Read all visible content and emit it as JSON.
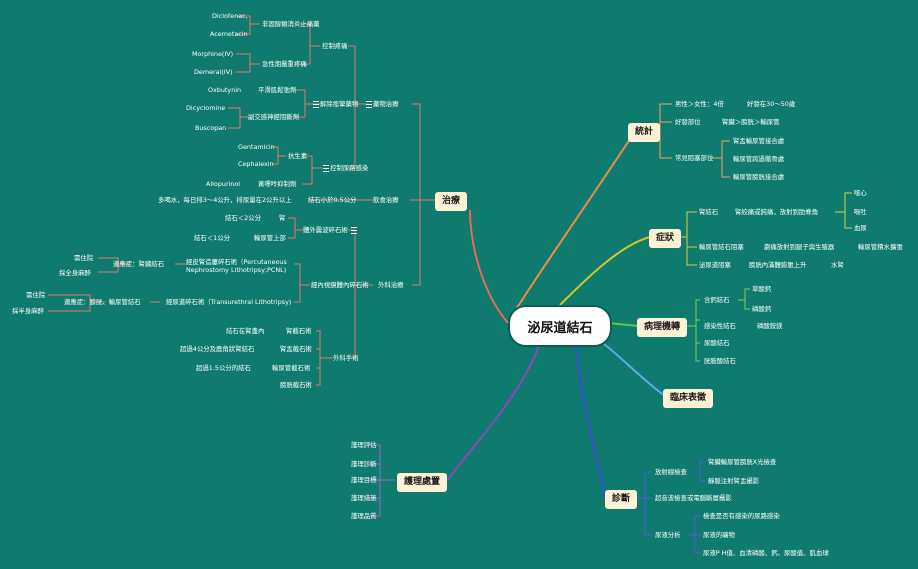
{
  "root": "泌尿道結石",
  "treatment": {
    "label": "治療",
    "drug": {
      "label": "藥物治療",
      "pain": {
        "label": "控制疼痛",
        "nsaid": {
          "label": "非固醇類消炎止痛藥",
          "items": [
            "Diclofenac,",
            "Acemetacin"
          ]
        },
        "acute": {
          "label": "急性期嚴重疼痛",
          "items": [
            "Morphine(IV)",
            "Demeral(IV)"
          ]
        }
      },
      "spasm": {
        "label": "解除痙攣藥物",
        "smooth": {
          "label": "平滑肌鬆弛劑",
          "item": "Oxbutynin"
        },
        "para": {
          "label": "副交感神經阻斷劑",
          "items": [
            "Dicyclomine",
            "Buscopan"
          ]
        }
      },
      "infection": {
        "label": "控制尿路感染",
        "antibiotic": {
          "label": "抗生素",
          "items": [
            "Gentamicin",
            "Cephalexin"
          ]
        },
        "urate": {
          "label": "黃嘌呤抑制劑",
          "item": "Allopurinol"
        }
      }
    },
    "diet": {
      "label": "飲食治療",
      "rule": "結石小於0.5公分",
      "detail": "多喝水，每日排3～4公升，排尿量在2公升以上"
    },
    "surgery": {
      "label": "外科治療",
      "eswl": {
        "label": "體外震波碎石術",
        "items": [
          {
            "cond": "結石＜2公分",
            "site": "腎"
          },
          {
            "cond": "結石＜1公分",
            "site": "輸尿管上部"
          }
        ]
      },
      "endo": {
        "label": "經內視鏡體內碎石術",
        "pcnl": {
          "label": "經皮腎造廔碎石術（Percutaneous Nephrostomy Lithotripsy;PCNL)",
          "indication": "適應症：腎臟結石",
          "items": [
            "需住院",
            "採全身麻醉"
          ]
        },
        "tul": {
          "label": "經尿道碎石術（Transurethral Lithotripsy)",
          "indication": "適應症：膀胱、輸尿管結石",
          "items": [
            "需住院",
            "採半身麻醉"
          ]
        }
      },
      "open": {
        "label": "外科手術",
        "items": [
          {
            "cond": "結石在腎盞內",
            "name": "腎截石術"
          },
          {
            "cond": "超過4公分及鹿角狀腎結石",
            "name": "腎盂截石術"
          },
          {
            "cond": "超過1.5公分的結石",
            "name": "輸尿管截石術"
          },
          {
            "cond": "",
            "name": "膀胱截石術"
          }
        ]
      }
    }
  },
  "stats": {
    "label": "統計",
    "sex": {
      "label": "男性＞女性：4倍",
      "detail": "好發在30～50歲"
    },
    "site": {
      "label": "好發部位",
      "detail": "腎臟＞膀胱＞輸尿管"
    },
    "narrow": {
      "label": "常見阻塞部位",
      "items": [
        "腎盂輸尿管接合處",
        "輸尿管跨過髂骨處",
        "輸尿管膀胱接合處"
      ]
    }
  },
  "symptoms": {
    "label": "症狀",
    "kidney": {
      "label": "腎結石",
      "detail": "腎絞痛或鈍痛，放射到肋脊角",
      "items": [
        "噁心",
        "嘔吐",
        "血尿"
      ]
    },
    "ureter": {
      "label": "輸尿管結石阻塞",
      "detail": "劇痛放射到腿子與生殖器",
      "detail2": "輸尿管積水擴張"
    },
    "bladder": {
      "label": "泌尿道阻塞",
      "detail": "膀胱內滿體膨脹上升",
      "detail2": "水腎"
    }
  },
  "pathology": {
    "label": "病理機轉",
    "calcium": {
      "label": "含鈣結石",
      "items": [
        "草酸鈣",
        "磷酸鈣"
      ]
    },
    "infect": {
      "label": "感染性結石",
      "detail": "磷酸銨鎂"
    },
    "uric": "尿酸結石",
    "cystine": "胱胺酸結石"
  },
  "clinical": {
    "label": "臨床表徵"
  },
  "diagnosis": {
    "label": "診斷",
    "xray": {
      "label": "放射線檢查",
      "items": [
        "腎臟輸尿管膀胱X光檢查",
        "靜脈注射腎盂攝影"
      ]
    },
    "echo": {
      "label": "超音波檢查或電腦斷層攝影"
    },
    "urine": {
      "label": "尿液分析",
      "items": [
        "檢查是否有感染的尿路感染",
        "尿液的礦物",
        "尿液P H值、血清磷酸、鈣、尿酸值、肌血球"
      ]
    }
  },
  "nursing": {
    "label": "護理處置",
    "items": [
      "護理評估",
      "護理診斷",
      "護理目標",
      "護理措施",
      "護理品質"
    ]
  }
}
